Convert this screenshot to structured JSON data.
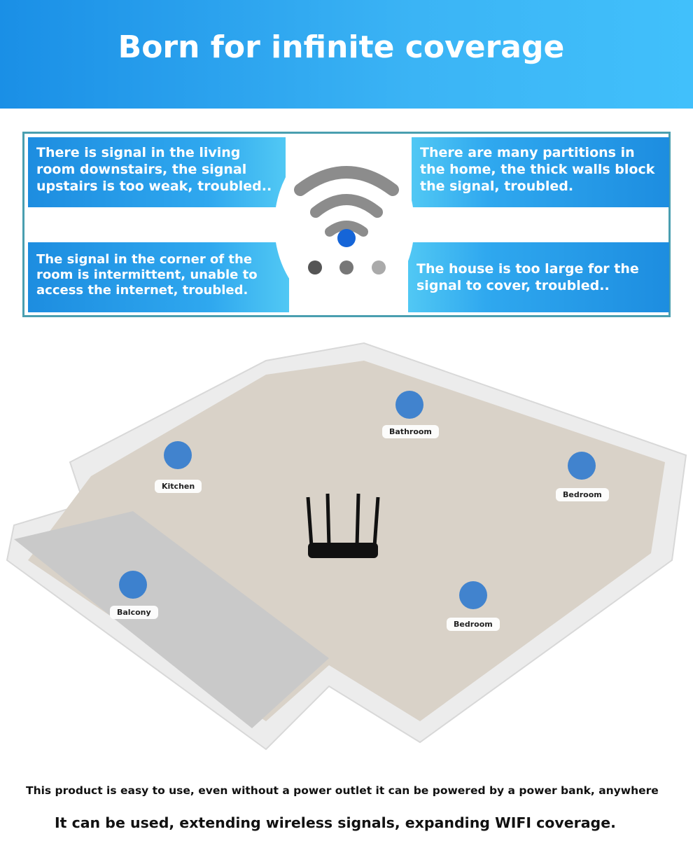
{
  "header": {
    "title": "Born for infinite coverage"
  },
  "problems": [
    "There is signal in the living room downstairs, the signal upstairs is too weak, troubled..",
    "There are many partitions in the home, the thick walls block the signal, troubled.",
    "The signal in the corner of the room is intermittent, unable to access the internet, troubled.",
    "The house is too large for the signal to cover, troubled.."
  ],
  "rooms": [
    "Bathroom",
    "Kitchen",
    "Bedroom",
    "Balcony",
    "Bedroom"
  ],
  "footer": {
    "line1": "This product is easy to use, even without a power outlet it can be powered by a power bank, anywhere",
    "line2": "It can be used, extending wireless signals, expanding WIFI coverage."
  },
  "colors": {
    "accent": "#1d8de0",
    "wifi_dot": "#1565d8"
  }
}
